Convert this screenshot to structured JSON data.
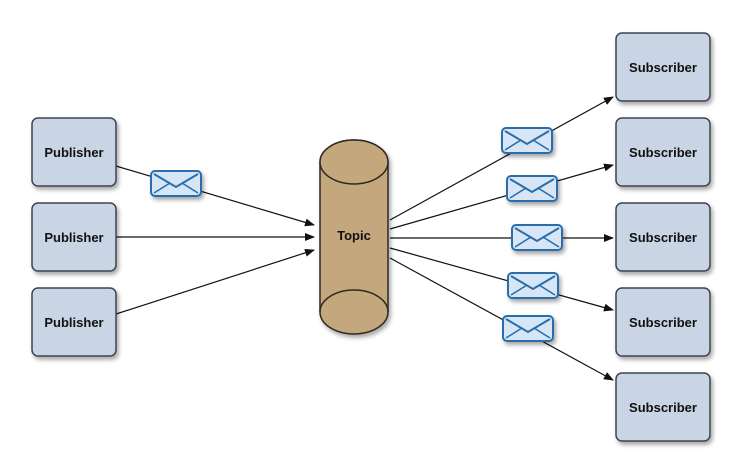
{
  "publishers": [
    {
      "label": "Publisher"
    },
    {
      "label": "Publisher"
    },
    {
      "label": "Publisher"
    }
  ],
  "topic": {
    "label": "Topic"
  },
  "subscribers": [
    {
      "label": "Subscriber"
    },
    {
      "label": "Subscriber"
    },
    {
      "label": "Subscriber"
    },
    {
      "label": "Subscriber"
    },
    {
      "label": "Subscriber"
    }
  ],
  "colors": {
    "box_fill": "#c9d5e4",
    "box_stroke": "#3d4450",
    "topic_fill": "#c4a77b",
    "topic_stroke": "#2e2a24",
    "envelope_fill": "#d6e6f6",
    "envelope_stroke": "#2a6da8",
    "arrow": "#111111"
  },
  "icons": {
    "message": "envelope-icon"
  }
}
